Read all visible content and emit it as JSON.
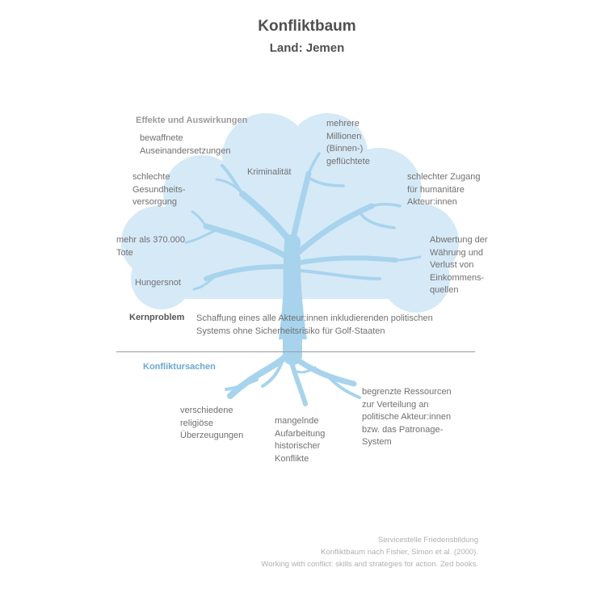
{
  "header": {
    "title": "Konfliktbaum",
    "subtitle": "Land: Jemen"
  },
  "colors": {
    "crown": "#d6e9f7",
    "trunk": "#a7d3ed",
    "roots_heading": "#6aa8d2"
  },
  "effects": {
    "heading": "Effekte und Auswirkungen",
    "items": [
      [
        "bewaffnete",
        "Auseinandersetzungen"
      ],
      [
        "mehrere",
        "Millionen",
        "(Binnen-)",
        "geflüchtete"
      ],
      [
        "Kriminalität"
      ],
      [
        "schlechte",
        "Gesundheits-",
        "versorgung"
      ],
      [
        "schlechter Zugang",
        "für humanitäre",
        "Akteur:innen"
      ],
      [
        "mehr als 370.000",
        "Tote"
      ],
      [
        "Abwertung der",
        "Währung und",
        "Verlust von",
        "Einkommens-",
        "quellen"
      ],
      [
        "Hungersnot"
      ]
    ]
  },
  "core_problem": {
    "heading": "Kernproblem",
    "lines": [
      "Schaffung eines alle Akteur:innen inkludierenden politischen",
      "Systems ohne Sicherheitsrisiko für Golf-Staaten"
    ]
  },
  "causes": {
    "heading": "Konfliktursachen",
    "items": [
      [
        "verschiedene",
        "religiöse",
        "Überzeugungen"
      ],
      [
        "mangelnde",
        "Aufarbeitung",
        "historischer",
        "Konflikte"
      ],
      [
        "begrenzte Ressourcen",
        "zur Verteilung an",
        "politische Akteur:innen",
        "bzw. das Patronage-",
        "System"
      ]
    ]
  },
  "credits": [
    "Servicestelle Friedensbildung",
    "Konfliktbaum nach Fisher, Simon et al. (2000).",
    "Working with conflict: skills and strategies for action. Zed books."
  ]
}
